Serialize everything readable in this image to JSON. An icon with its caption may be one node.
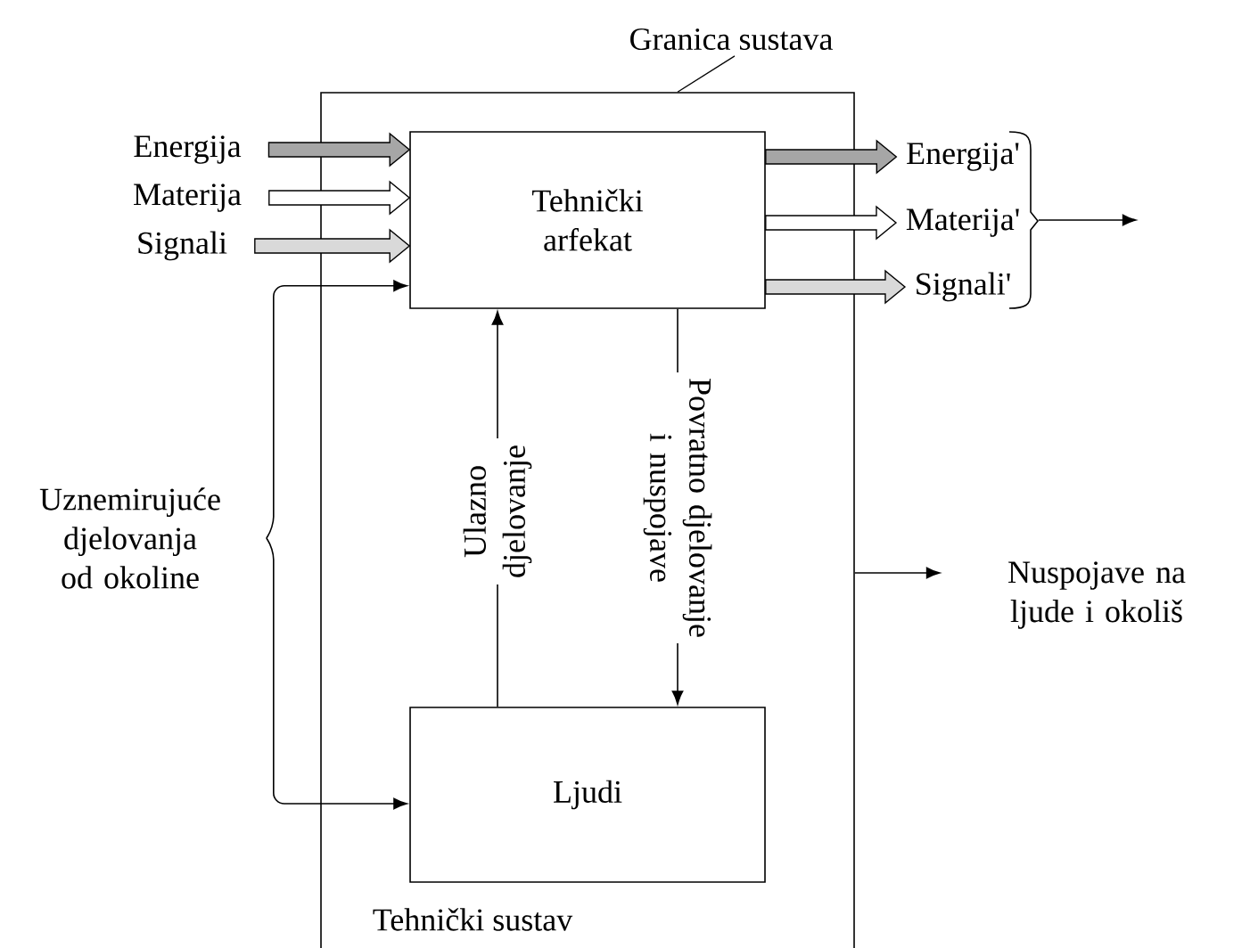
{
  "diagram": {
    "nodes": [
      {
        "text": [
          "Tehnički sustav"
        ]
      },
      {
        "text": [
          "Granica sustava"
        ]
      },
      {
        "text": [
          "Tehnički arfekat"
        ],
        "in": 0
      },
      {
        "text": [
          "Ljudi"
        ],
        "in": 0
      },
      {
        "text": [
          "Energija"
        ]
      },
      {
        "text": [
          "Materija"
        ]
      },
      {
        "text": [
          "Signali"
        ]
      },
      {
        "text": [
          "Energija'"
        ]
      },
      {
        "text": [
          "Materija'"
        ]
      },
      {
        "text": [
          "Signali'"
        ]
      },
      {
        "text": [],
        "shape": "brace"
      },
      {
        "text": [
          "Uznemirujuće djelovanja od okoline"
        ]
      },
      {
        "text": [
          "Nuspojave na ljude i okoliš"
        ]
      }
    ],
    "edges": [
      {
        "from": 1,
        "to": 0,
        "arrow": "none"
      },
      {
        "from": 4,
        "to": 2,
        "arrow": "to",
        "style": "thick",
        "color": "#a6a6a6"
      },
      {
        "from": 5,
        "to": 2,
        "arrow": "to",
        "style": "thick",
        "color": "#ffffff"
      },
      {
        "from": 6,
        "to": 2,
        "arrow": "to",
        "style": "thick",
        "color": "#d9d9d9"
      },
      {
        "from": 2,
        "to": 7,
        "arrow": "to",
        "style": "thick",
        "color": "#a6a6a6"
      },
      {
        "from": 2,
        "to": 8,
        "arrow": "to",
        "style": "thick",
        "color": "#ffffff"
      },
      {
        "from": 2,
        "to": 9,
        "arrow": "to",
        "style": "thick",
        "color": "#d9d9d9"
      },
      {
        "from": 10,
        "to": null,
        "arrow": "to"
      },
      {
        "from": 11,
        "to": 2,
        "arrow": "to"
      },
      {
        "from": 11,
        "to": 3,
        "arrow": "to"
      },
      {
        "from": 3,
        "to": 2,
        "arrow": "to",
        "label": "Ulazno djelovanje"
      },
      {
        "from": 2,
        "to": 3,
        "arrow": "to",
        "label": "Povratno djelovanje i nuspojave"
      },
      {
        "from": 0,
        "to": 12,
        "arrow": "to"
      }
    ]
  }
}
